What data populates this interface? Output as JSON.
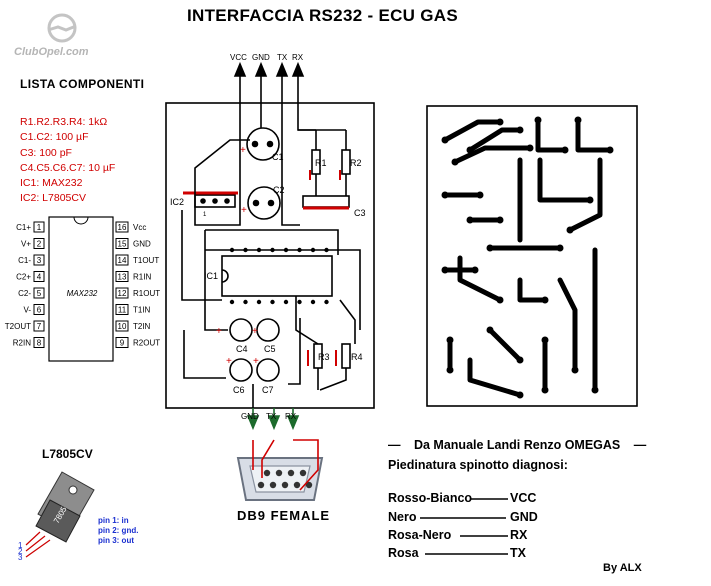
{
  "title": "INTERFACCIA RS232  -  ECU GAS",
  "logo": {
    "text": "ClubOpel.com"
  },
  "components": {
    "heading": "LISTA COMPONENTI",
    "items": [
      "R1.R2.R3.R4: 1kΩ",
      "C1.C2: 100 µF",
      "C3: 100 pF",
      "C4.C5.C6.C7: 10 µF",
      "IC1: MAX232",
      "IC2: L7805CV"
    ]
  },
  "max232": {
    "name": "MAX232",
    "left_pins": [
      {
        "num": "1",
        "label": "C1+"
      },
      {
        "num": "2",
        "label": "V+"
      },
      {
        "num": "3",
        "label": "C1-"
      },
      {
        "num": "4",
        "label": "C2+"
      },
      {
        "num": "5",
        "label": "C2-"
      },
      {
        "num": "6",
        "label": "V-"
      },
      {
        "num": "7",
        "label": "T2OUT"
      },
      {
        "num": "8",
        "label": "R2IN"
      }
    ],
    "right_pins": [
      {
        "num": "16",
        "label": "Vcc"
      },
      {
        "num": "15",
        "label": "GND"
      },
      {
        "num": "14",
        "label": "T1OUT"
      },
      {
        "num": "13",
        "label": "R1IN"
      },
      {
        "num": "12",
        "label": "R1OUT"
      },
      {
        "num": "11",
        "label": "T1IN"
      },
      {
        "num": "10",
        "label": "T2IN"
      },
      {
        "num": "9",
        "label": "R2OUT"
      }
    ]
  },
  "regulator": {
    "name": "L7805CV",
    "body_text": "7805",
    "pins": [
      "pin 1: in",
      "pin 2: gnd.",
      "pin 3: out"
    ],
    "pin_numbers": [
      "1",
      "2",
      "3"
    ]
  },
  "schematic": {
    "top_signals": [
      "VCC",
      "GND",
      "TX",
      "RX"
    ],
    "bottom_signals": [
      "GND",
      "TX",
      "RX"
    ],
    "labels": {
      "c1": "C1",
      "c2": "C2",
      "c3": "C3",
      "c4": "C4",
      "c5": "C5",
      "c6": "C6",
      "c7": "C7",
      "r1": "R1",
      "r2": "R2",
      "r3": "R3",
      "r4": "R4",
      "ic1": "IC1",
      "ic2": "IC2",
      "plus": "+",
      "pin1": "1"
    }
  },
  "connector": {
    "label": "DB9 FEMALE"
  },
  "notes": {
    "source": "Da Manuale Landi Renzo OMEGAS",
    "dash": "—",
    "subtitle": "Piedinatura spinotto diagnosi:",
    "wiring": [
      {
        "color": "Rosso-Bianco",
        "signal": "VCC"
      },
      {
        "color": "Nero",
        "signal": "GND"
      },
      {
        "color": "Rosa-Nero",
        "signal": "RX"
      },
      {
        "color": "Rosa",
        "signal": "TX"
      }
    ]
  },
  "author": "By ALX",
  "colors": {
    "wire_red": "#d00000",
    "pcb_black": "#000000",
    "pin_blue": "#1a2fd0",
    "trace_green": "#1d6b2c"
  }
}
